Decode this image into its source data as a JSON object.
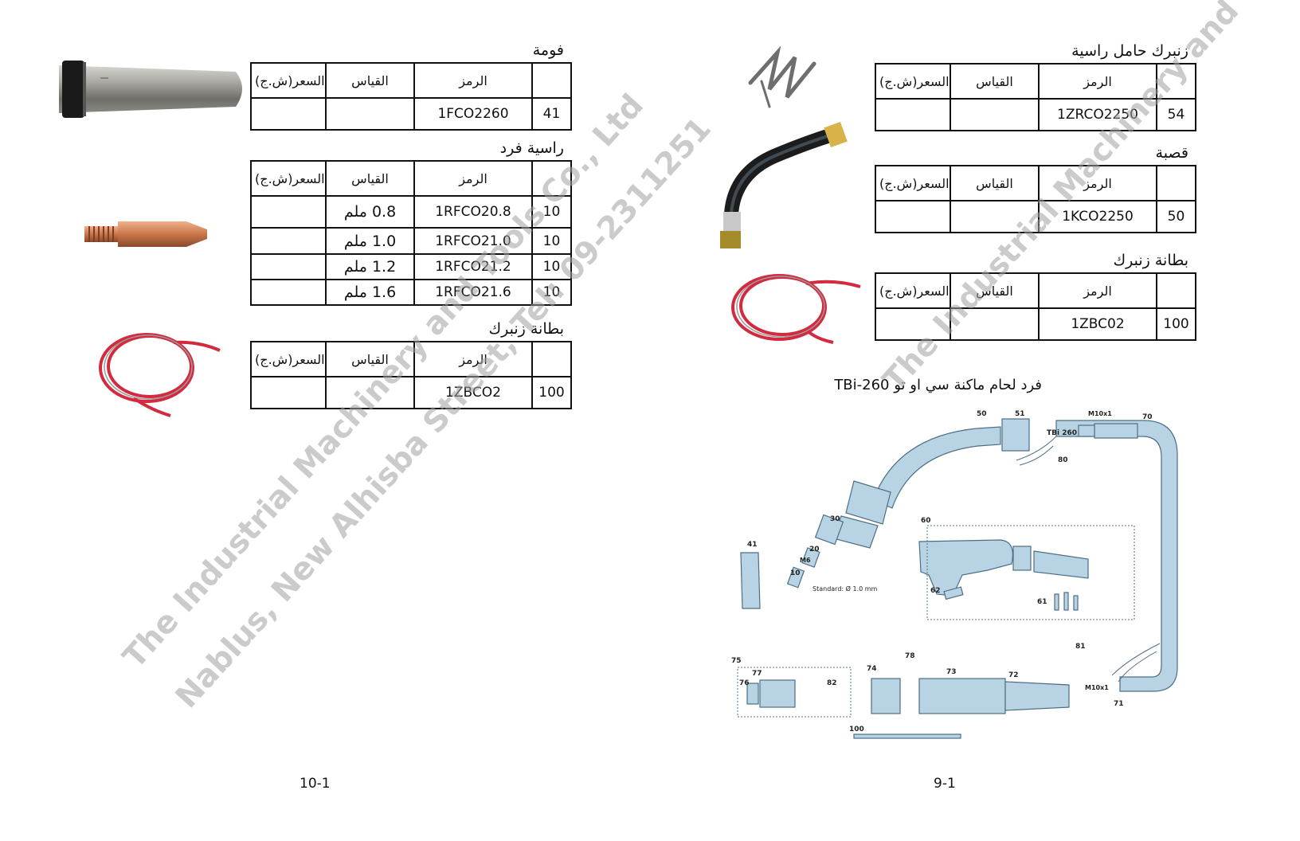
{
  "headers": {
    "price": "السعر(ش.ج)",
    "size": "القياس",
    "code": "الرمز",
    "qty": ""
  },
  "left_page": {
    "sections": [
      {
        "title": "فومة",
        "rows": [
          {
            "qty": "41",
            "code": "1FCO2260",
            "size": "",
            "price": ""
          }
        ]
      },
      {
        "title": "راسية فرد",
        "rows": [
          {
            "qty": "10",
            "code": "1RFCO20.8",
            "size": "0.8 ملم",
            "price": ""
          },
          {
            "qty": "10",
            "code": "1RFCO21.0",
            "size": "1.0 ملم",
            "price": ""
          },
          {
            "qty": "10",
            "code": "1RFCO21.2",
            "size": "1.2 ملم",
            "price": ""
          },
          {
            "qty": "10",
            "code": "1RFCO21.6",
            "size": "1.6 ملم",
            "price": ""
          }
        ]
      },
      {
        "title": "بطانة زنبرك",
        "rows": [
          {
            "qty": "100",
            "code": "1ZBCO2",
            "size": "",
            "price": ""
          }
        ]
      }
    ],
    "page_number": "10-1"
  },
  "right_page": {
    "sections": [
      {
        "title": "زنبرك حامل راسية",
        "rows": [
          {
            "qty": "54",
            "code": "1ZRCO2250",
            "size": "",
            "price": ""
          }
        ]
      },
      {
        "title": "قصبة",
        "rows": [
          {
            "qty": "50",
            "code": "1KCO2250",
            "size": "",
            "price": ""
          }
        ]
      },
      {
        "title": "بطانة زنبرك",
        "rows": [
          {
            "qty": "100",
            "code": "1ZBC02",
            "size": "",
            "price": ""
          }
        ]
      }
    ],
    "diagram_title": "فرد لحام ماكنة سي او تو TBi-260",
    "diagram_labels": {
      "p50": "50",
      "p51": "51",
      "model": "TBi 260",
      "m10a": "M10x1",
      "p70": "70",
      "p80": "80",
      "p30": "30",
      "p60": "60",
      "p41": "41",
      "p20": "20",
      "m6": "M6",
      "p10": "10",
      "standard": "Standard: Ø 1.0 mm",
      "p62": "62",
      "p61": "61",
      "p75": "75",
      "p77": "77",
      "p76": "76",
      "p82": "82",
      "p74": "74",
      "p78": "78",
      "p73": "73",
      "p72": "72",
      "p81": "81",
      "m10b": "M10x1",
      "p71": "71",
      "p100": "100"
    },
    "page_number": "9-1"
  },
  "watermark": {
    "line1": "The Industrial Machinery and Tools Co., Ltd",
    "line2": "Nablus, New Alhisba Street, Tel: 09-2311251"
  },
  "colors": {
    "cable": "#d42a3f",
    "diagram_blue": "#b7d3e4",
    "diagram_stroke": "#4d6f86",
    "nozzle": "#9a9a96",
    "tip": "#c97a4c"
  }
}
